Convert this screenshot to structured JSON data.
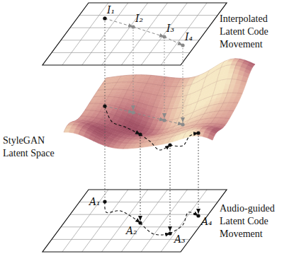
{
  "diagram": {
    "labels": [
      "I₁",
      "I₂",
      "I₃",
      "I₄",
      "Interpolated Latent Code Movement",
      "StyleGAN Latent Space",
      "A₁",
      "A₂",
      "A₃",
      "A₄",
      "Audio-guided Latent Code Movement"
    ]
  }
}
